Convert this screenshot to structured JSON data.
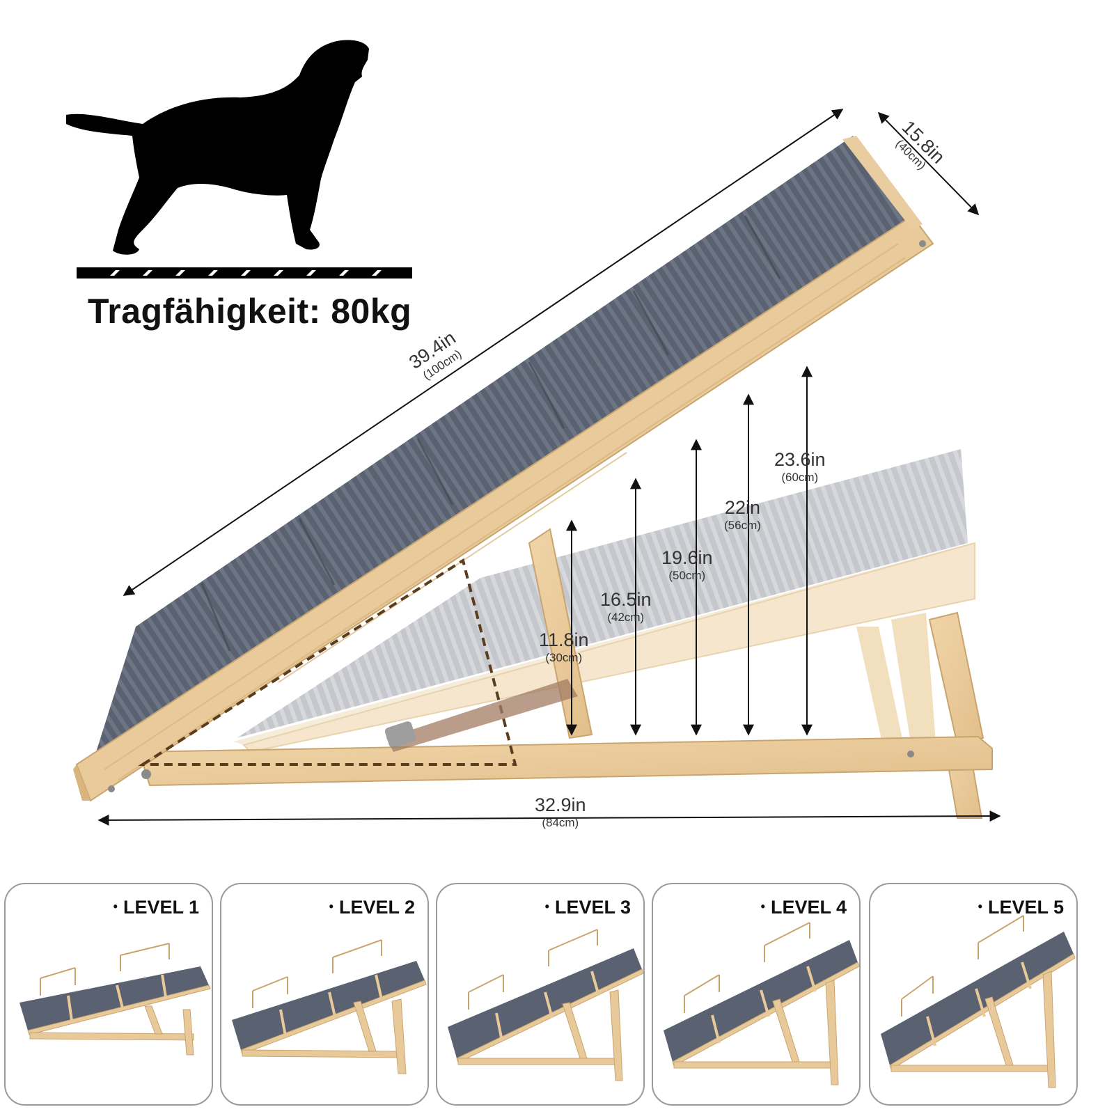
{
  "capacity": {
    "label": "Tragfähigkeit: 80kg"
  },
  "dimensions": {
    "length": {
      "value": "39.4in",
      "metric": "(100cm)"
    },
    "width": {
      "value": "15.8in",
      "metric": "(40cm)"
    },
    "base": {
      "value": "32.9in",
      "metric": "(84cm)"
    },
    "heights": [
      {
        "value": "11.8in",
        "metric": "(30cm)"
      },
      {
        "value": "16.5in",
        "metric": "(42cm)"
      },
      {
        "value": "19.6in",
        "metric": "(50cm)"
      },
      {
        "value": "22in",
        "metric": "(56cm)"
      },
      {
        "value": "23.6in",
        "metric": "(60cm)"
      }
    ]
  },
  "levels": [
    {
      "label": "LEVEL 1"
    },
    {
      "label": "LEVEL 2"
    },
    {
      "label": "LEVEL 3"
    },
    {
      "label": "LEVEL 4"
    },
    {
      "label": "LEVEL 5"
    }
  ],
  "colors": {
    "wood": "#e8c99a",
    "wood_dark": "#c9a56e",
    "carpet": "#555c68",
    "carpet_light": "#b9bcc1"
  }
}
